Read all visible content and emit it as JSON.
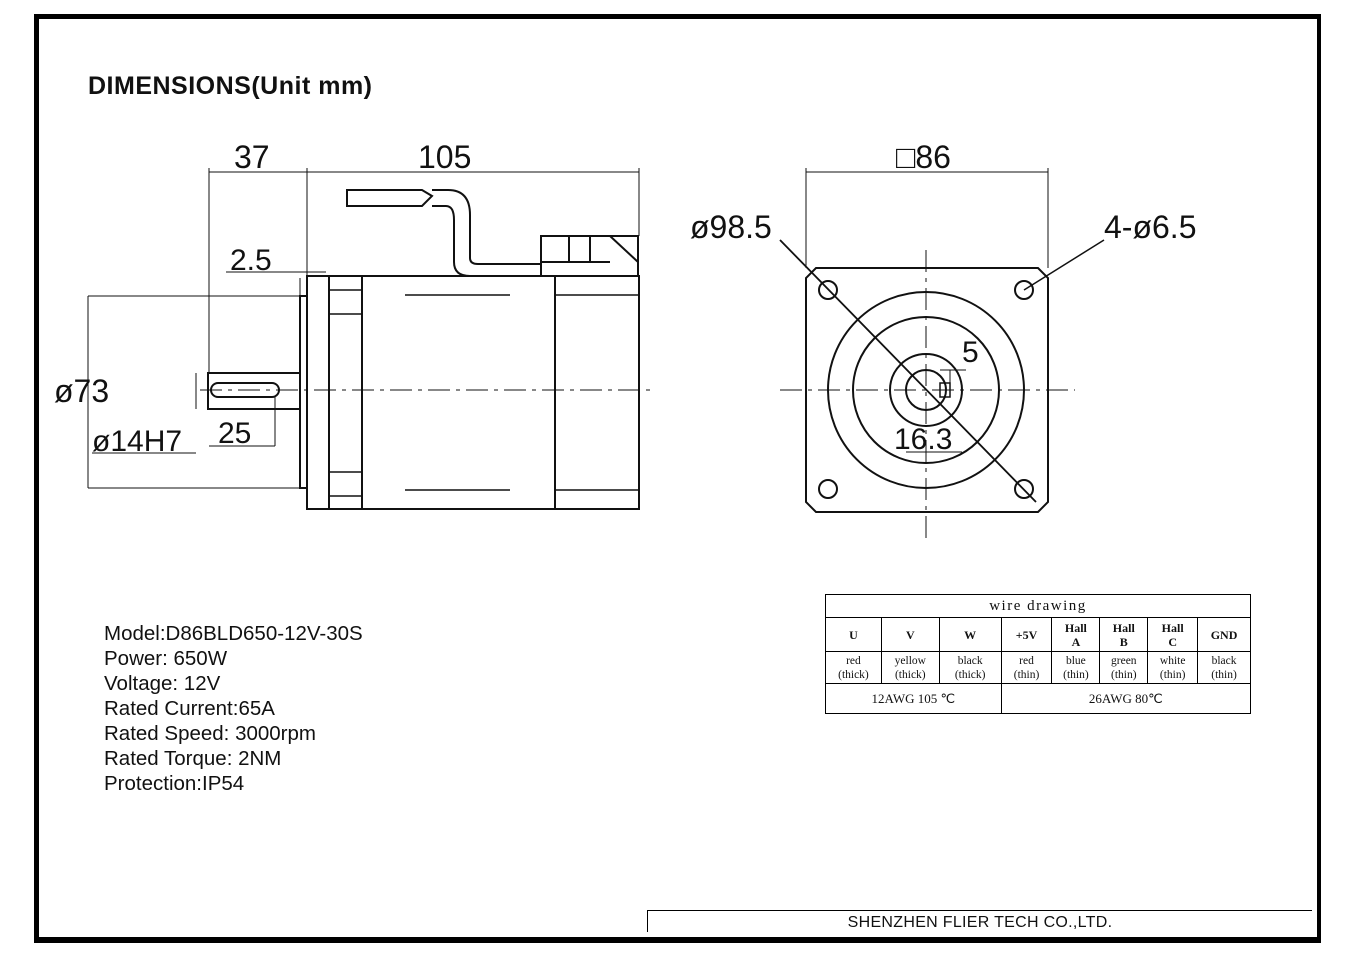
{
  "title": "DIMENSIONS(Unit mm)",
  "side_view": {
    "dim_shaft_length": "37",
    "dim_body_length": "105",
    "dim_flange_step": "2.5",
    "dim_pilot_diameter": "ø73",
    "dim_shaft_diameter": "ø14H7",
    "dim_key_length": "25"
  },
  "front_view": {
    "dim_square": "□86",
    "dim_bolt_circle": "ø98.5",
    "dim_holes": "4-ø6.5",
    "dim_key_width": "5",
    "dim_key_height": "16.3"
  },
  "specs": [
    "Model:D86BLD650-12V-30S",
    "Power: 650W",
    "Voltage: 12V",
    "Rated Current:65A",
    "Rated Speed: 3000rpm",
    "Rated Torque: 2NM",
    "Protection:IP54"
  ],
  "wire_table": {
    "caption": "wire drawing",
    "headers": [
      {
        "line1": "U",
        "line2": ""
      },
      {
        "line1": "V",
        "line2": ""
      },
      {
        "line1": "W",
        "line2": ""
      },
      {
        "line1": "+5V",
        "line2": ""
      },
      {
        "line1": "Hall",
        "line2": "A"
      },
      {
        "line1": "Hall",
        "line2": "B"
      },
      {
        "line1": "Hall",
        "line2": "C"
      },
      {
        "line1": "GND",
        "line2": ""
      }
    ],
    "colors": [
      {
        "line1": "red",
        "line2": "(thick)"
      },
      {
        "line1": "yellow",
        "line2": "(thick)"
      },
      {
        "line1": "black",
        "line2": "(thick)"
      },
      {
        "line1": "red",
        "line2": "(thin)"
      },
      {
        "line1": "blue",
        "line2": "(thin)"
      },
      {
        "line1": "green",
        "line2": "(thin)"
      },
      {
        "line1": "white",
        "line2": "(thin)"
      },
      {
        "line1": "black",
        "line2": "(thin)"
      }
    ],
    "gauge_thick": "12AWG 105 ℃",
    "gauge_thin": "26AWG 80℃"
  },
  "footer": "SHENZHEN FLIER TECH CO.,LTD."
}
